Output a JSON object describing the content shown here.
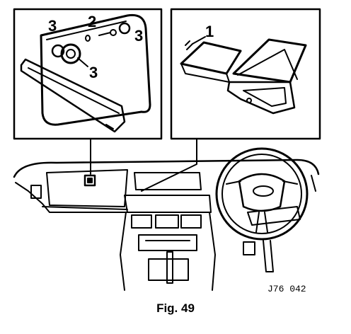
{
  "callouts": {
    "left_top": "3",
    "left_mid": "2",
    "left_right": "3",
    "left_bottom": "3",
    "right_one": "1"
  },
  "drawing_code": "J76 042",
  "caption": "Fig. 49",
  "colors": {
    "ink": "#000000",
    "paper": "#ffffff"
  }
}
